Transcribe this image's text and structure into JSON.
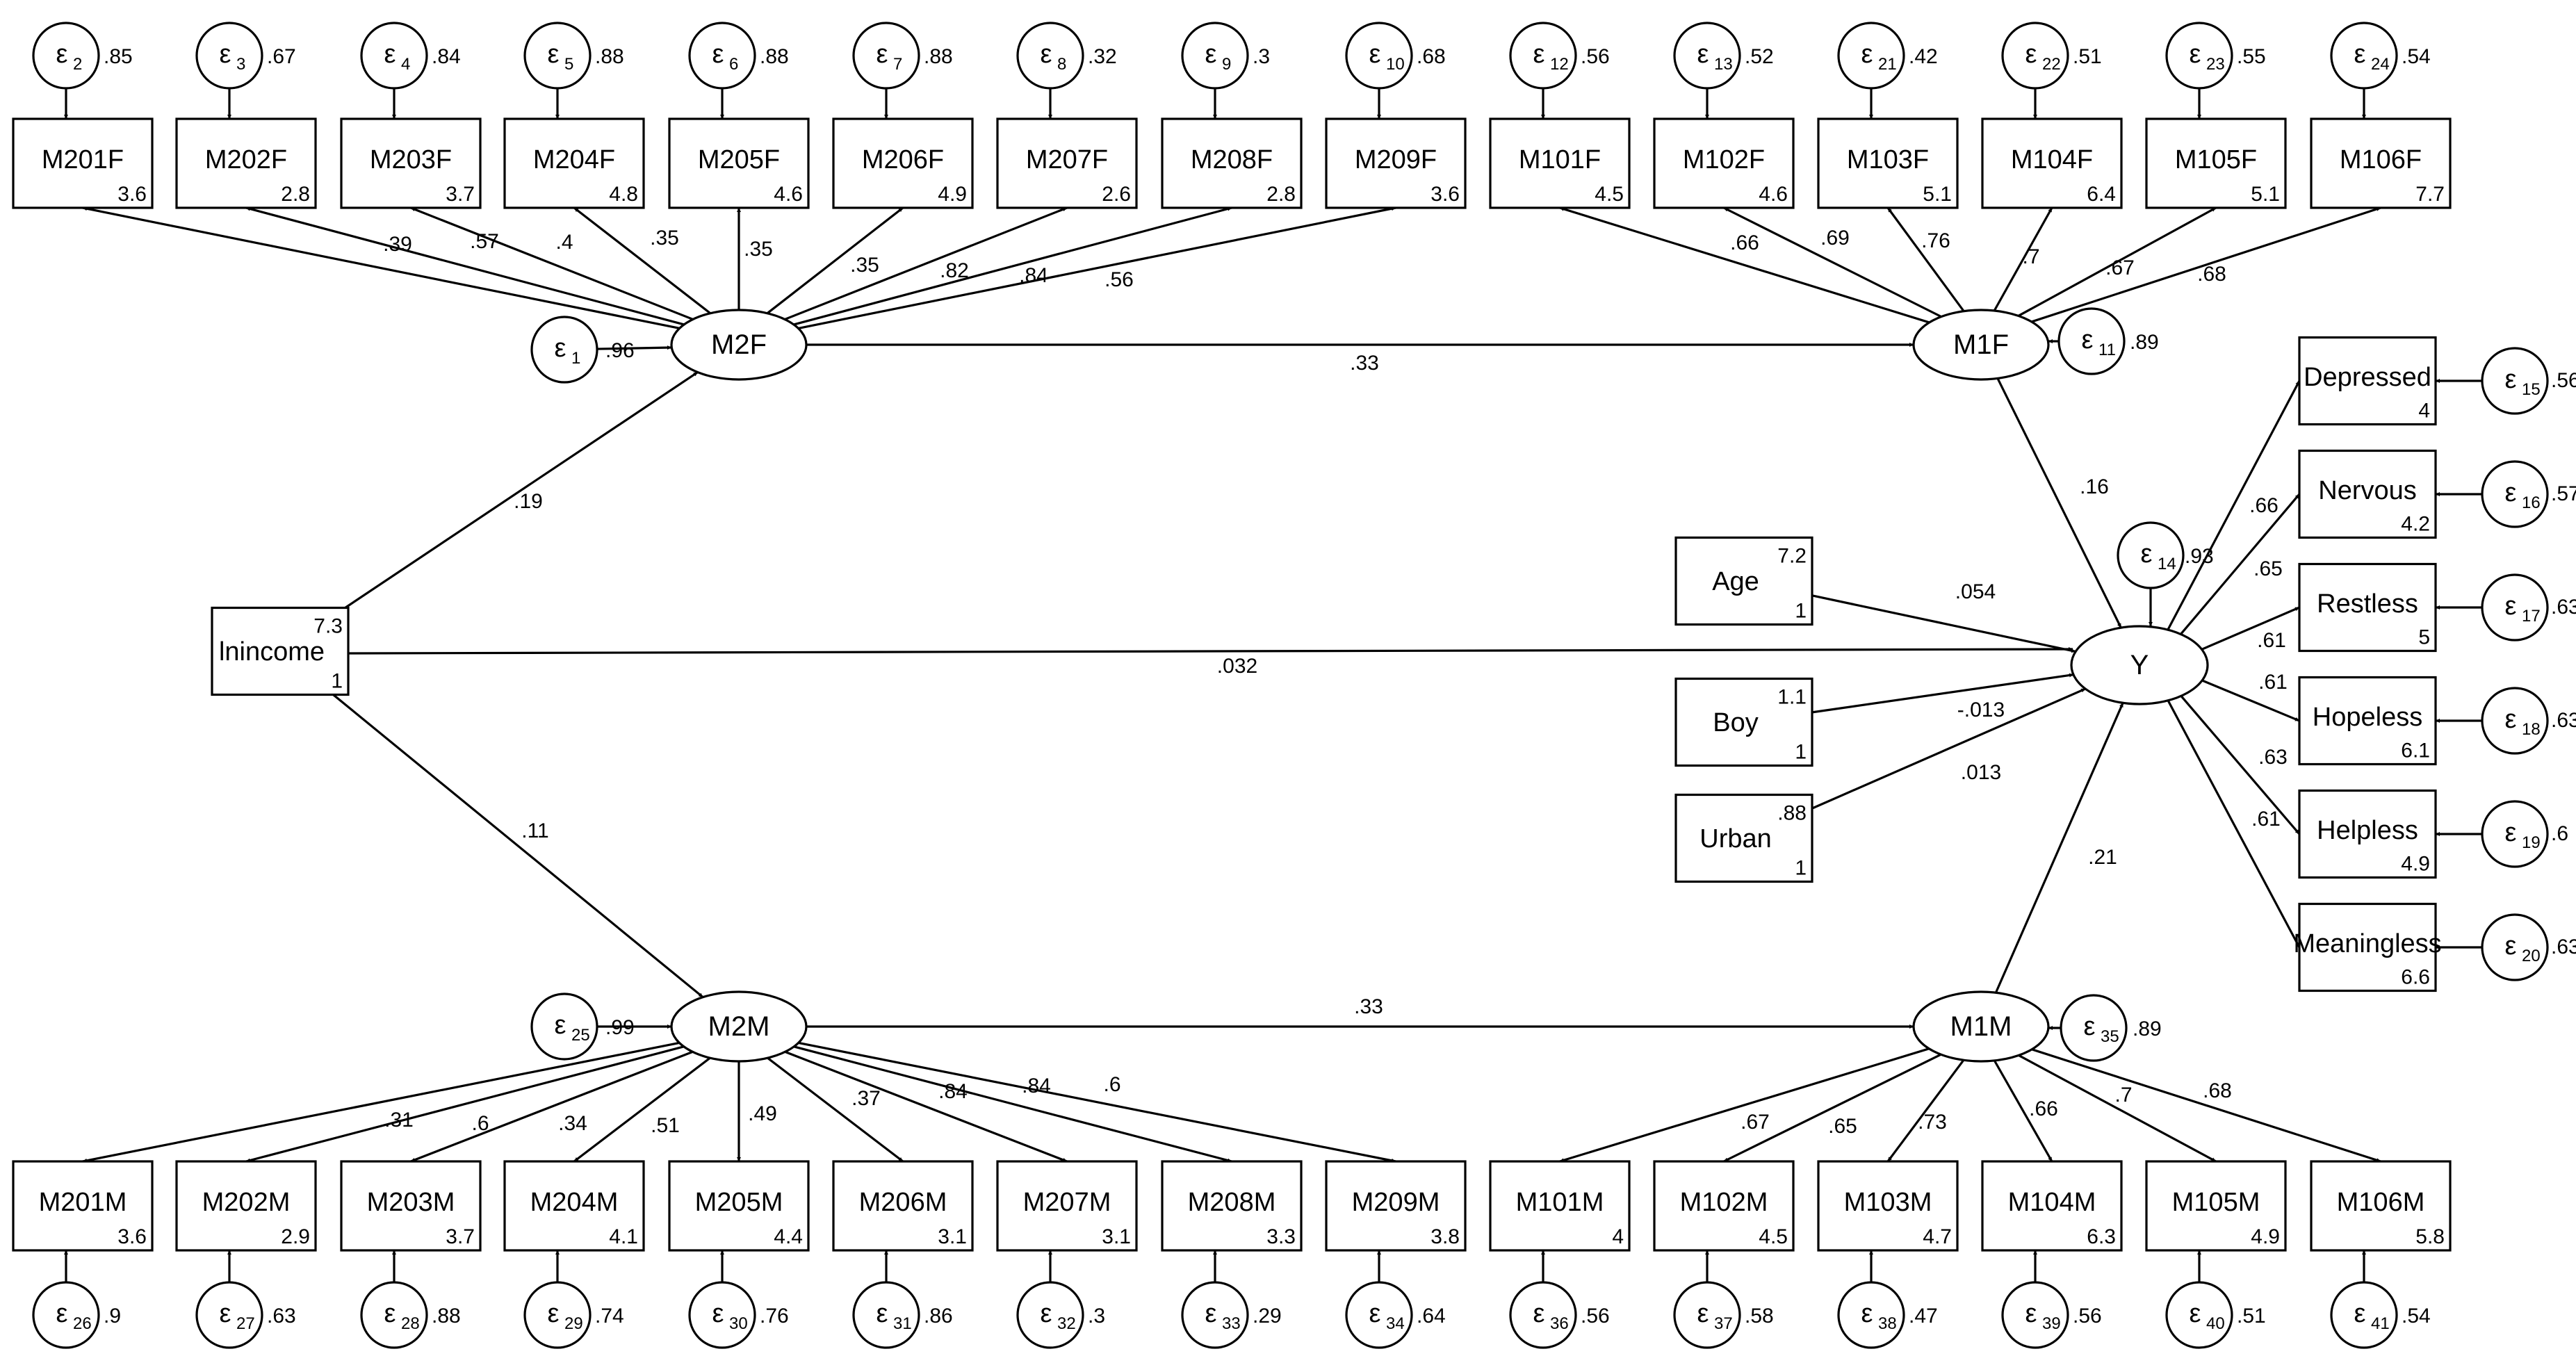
{
  "observed": [
    {
      "id": "M201F",
      "label": "M201F",
      "intercept": "3.6"
    },
    {
      "id": "M202F",
      "label": "M202F",
      "intercept": "2.8"
    },
    {
      "id": "M203F",
      "label": "M203F",
      "intercept": "3.7"
    },
    {
      "id": "M204F",
      "label": "M204F",
      "intercept": "4.8"
    },
    {
      "id": "M205F",
      "label": "M205F",
      "intercept": "4.6"
    },
    {
      "id": "M206F",
      "label": "M206F",
      "intercept": "4.9"
    },
    {
      "id": "M207F",
      "label": "M207F",
      "intercept": "2.6"
    },
    {
      "id": "M208F",
      "label": "M208F",
      "intercept": "2.8"
    },
    {
      "id": "M209F",
      "label": "M209F",
      "intercept": "3.6"
    },
    {
      "id": "M101F",
      "label": "M101F",
      "intercept": "4.5"
    },
    {
      "id": "M102F",
      "label": "M102F",
      "intercept": "4.6"
    },
    {
      "id": "M103F",
      "label": "M103F",
      "intercept": "5.1"
    },
    {
      "id": "M104F",
      "label": "M104F",
      "intercept": "6.4"
    },
    {
      "id": "M105F",
      "label": "M105F",
      "intercept": "5.1"
    },
    {
      "id": "M106F",
      "label": "M106F",
      "intercept": "7.7"
    },
    {
      "id": "M201M",
      "label": "M201M",
      "intercept": "3.6"
    },
    {
      "id": "M202M",
      "label": "M202M",
      "intercept": "2.9"
    },
    {
      "id": "M203M",
      "label": "M203M",
      "intercept": "3.7"
    },
    {
      "id": "M204M",
      "label": "M204M",
      "intercept": "4.1"
    },
    {
      "id": "M205M",
      "label": "M205M",
      "intercept": "4.4"
    },
    {
      "id": "M206M",
      "label": "M206M",
      "intercept": "3.1"
    },
    {
      "id": "M207M",
      "label": "M207M",
      "intercept": "3.1"
    },
    {
      "id": "M208M",
      "label": "M208M",
      "intercept": "3.3"
    },
    {
      "id": "M209M",
      "label": "M209M",
      "intercept": "3.8"
    },
    {
      "id": "M101M",
      "label": "M101M",
      "intercept": "4"
    },
    {
      "id": "M102M",
      "label": "M102M",
      "intercept": "4.5"
    },
    {
      "id": "M103M",
      "label": "M103M",
      "intercept": "4.7"
    },
    {
      "id": "M104M",
      "label": "M104M",
      "intercept": "6.3"
    },
    {
      "id": "M105M",
      "label": "M105M",
      "intercept": "4.9"
    },
    {
      "id": "M106M",
      "label": "M106M",
      "intercept": "5.8"
    },
    {
      "id": "Depressed",
      "label": "Depressed",
      "intercept": "4"
    },
    {
      "id": "Nervous",
      "label": "Nervous",
      "intercept": "4.2"
    },
    {
      "id": "Restless",
      "label": "Restless",
      "intercept": "5"
    },
    {
      "id": "Hopeless",
      "label": "Hopeless",
      "intercept": "6.1"
    },
    {
      "id": "Helpless",
      "label": "Helpless",
      "intercept": "4.9"
    },
    {
      "id": "Meaningless",
      "label": "Meaningless",
      "intercept": "6.6"
    },
    {
      "id": "lnincome",
      "label": "lnincome",
      "mean": "7.3",
      "variance": "1"
    },
    {
      "id": "Age",
      "label": "Age",
      "mean": "7.2",
      "variance": "1"
    },
    {
      "id": "Boy",
      "label": "Boy",
      "mean": "1.1",
      "variance": "1"
    },
    {
      "id": "Urban",
      "label": "Urban",
      "mean": ".88",
      "variance": "1"
    }
  ],
  "latents": [
    {
      "id": "M2F",
      "label": "M2F"
    },
    {
      "id": "M1F",
      "label": "M1F"
    },
    {
      "id": "M2M",
      "label": "M2M"
    },
    {
      "id": "M1M",
      "label": "M1M"
    },
    {
      "id": "Y",
      "label": "Y"
    }
  ],
  "errors": [
    {
      "id": "e2",
      "sub": "2",
      "target": "M201F",
      "value": ".85"
    },
    {
      "id": "e3",
      "sub": "3",
      "target": "M202F",
      "value": ".67"
    },
    {
      "id": "e4",
      "sub": "4",
      "target": "M203F",
      "value": ".84"
    },
    {
      "id": "e5",
      "sub": "5",
      "target": "M204F",
      "value": ".88"
    },
    {
      "id": "e6",
      "sub": "6",
      "target": "M205F",
      "value": ".88"
    },
    {
      "id": "e7",
      "sub": "7",
      "target": "M206F",
      "value": ".88"
    },
    {
      "id": "e8",
      "sub": "8",
      "target": "M207F",
      "value": ".32"
    },
    {
      "id": "e9",
      "sub": "9",
      "target": "M208F",
      "value": ".3"
    },
    {
      "id": "e10",
      "sub": "10",
      "target": "M209F",
      "value": ".68"
    },
    {
      "id": "e12",
      "sub": "12",
      "target": "M101F",
      "value": ".56"
    },
    {
      "id": "e13",
      "sub": "13",
      "target": "M102F",
      "value": ".52"
    },
    {
      "id": "e21",
      "sub": "21",
      "target": "M103F",
      "value": ".42"
    },
    {
      "id": "e22",
      "sub": "22",
      "target": "M104F",
      "value": ".51"
    },
    {
      "id": "e23",
      "sub": "23",
      "target": "M105F",
      "value": ".55"
    },
    {
      "id": "e24",
      "sub": "24",
      "target": "M106F",
      "value": ".54"
    },
    {
      "id": "e26",
      "sub": "26",
      "target": "M201M",
      "value": ".9"
    },
    {
      "id": "e27",
      "sub": "27",
      "target": "M202M",
      "value": ".63"
    },
    {
      "id": "e28",
      "sub": "28",
      "target": "M203M",
      "value": ".88"
    },
    {
      "id": "e29",
      "sub": "29",
      "target": "M204M",
      "value": ".74"
    },
    {
      "id": "e30",
      "sub": "30",
      "target": "M205M",
      "value": ".76"
    },
    {
      "id": "e31",
      "sub": "31",
      "target": "M206M",
      "value": ".86"
    },
    {
      "id": "e32",
      "sub": "32",
      "target": "M207M",
      "value": ".3"
    },
    {
      "id": "e33",
      "sub": "33",
      "target": "M208M",
      "value": ".29"
    },
    {
      "id": "e34",
      "sub": "34",
      "target": "M209M",
      "value": ".64"
    },
    {
      "id": "e36",
      "sub": "36",
      "target": "M101M",
      "value": ".56"
    },
    {
      "id": "e37",
      "sub": "37",
      "target": "M102M",
      "value": ".58"
    },
    {
      "id": "e38",
      "sub": "38",
      "target": "M103M",
      "value": ".47"
    },
    {
      "id": "e39",
      "sub": "39",
      "target": "M104M",
      "value": ".56"
    },
    {
      "id": "e40",
      "sub": "40",
      "target": "M105M",
      "value": ".51"
    },
    {
      "id": "e41",
      "sub": "41",
      "target": "M106M",
      "value": ".54"
    },
    {
      "id": "e15",
      "sub": "15",
      "target": "Depressed",
      "value": ".56"
    },
    {
      "id": "e16",
      "sub": "16",
      "target": "Nervous",
      "value": ".57"
    },
    {
      "id": "e17",
      "sub": "17",
      "target": "Restless",
      "value": ".63"
    },
    {
      "id": "e18",
      "sub": "18",
      "target": "Hopeless",
      "value": ".63"
    },
    {
      "id": "e19",
      "sub": "19",
      "target": "Helpless",
      "value": ".6"
    },
    {
      "id": "e20",
      "sub": "20",
      "target": "Meaningless",
      "value": ".63"
    },
    {
      "id": "e1",
      "sub": "1",
      "target": "M2F",
      "value": ".96"
    },
    {
      "id": "e11",
      "sub": "11",
      "target": "M1F",
      "value": ".89"
    },
    {
      "id": "e25",
      "sub": "25",
      "target": "M2M",
      "value": ".99"
    },
    {
      "id": "e35",
      "sub": "35",
      "target": "M1M",
      "value": ".89"
    },
    {
      "id": "e14",
      "sub": "14",
      "target": "Y",
      "value": ".93"
    }
  ],
  "paths": [
    {
      "from": "M2F",
      "to": "M201F",
      "coef": ".39"
    },
    {
      "from": "M2F",
      "to": "M202F",
      "coef": ".57"
    },
    {
      "from": "M2F",
      "to": "M203F",
      "coef": ".4"
    },
    {
      "from": "M2F",
      "to": "M204F",
      "coef": ".35"
    },
    {
      "from": "M2F",
      "to": "M205F",
      "coef": ".35"
    },
    {
      "from": "M2F",
      "to": "M206F",
      "coef": ".35"
    },
    {
      "from": "M2F",
      "to": "M207F",
      "coef": ".82"
    },
    {
      "from": "M2F",
      "to": "M208F",
      "coef": ".84"
    },
    {
      "from": "M2F",
      "to": "M209F",
      "coef": ".56"
    },
    {
      "from": "M1F",
      "to": "M101F",
      "coef": ".66"
    },
    {
      "from": "M1F",
      "to": "M102F",
      "coef": ".69"
    },
    {
      "from": "M1F",
      "to": "M103F",
      "coef": ".76"
    },
    {
      "from": "M1F",
      "to": "M104F",
      "coef": ".7"
    },
    {
      "from": "M1F",
      "to": "M105F",
      "coef": ".67"
    },
    {
      "from": "M1F",
      "to": "M106F",
      "coef": ".68"
    },
    {
      "from": "M2M",
      "to": "M201M",
      "coef": ".31"
    },
    {
      "from": "M2M",
      "to": "M202M",
      "coef": ".6"
    },
    {
      "from": "M2M",
      "to": "M203M",
      "coef": ".34"
    },
    {
      "from": "M2M",
      "to": "M204M",
      "coef": ".51"
    },
    {
      "from": "M2M",
      "to": "M205M",
      "coef": ".49"
    },
    {
      "from": "M2M",
      "to": "M206M",
      "coef": ".37"
    },
    {
      "from": "M2M",
      "to": "M207M",
      "coef": ".84"
    },
    {
      "from": "M2M",
      "to": "M208M",
      "coef": ".84"
    },
    {
      "from": "M2M",
      "to": "M209M",
      "coef": ".6"
    },
    {
      "from": "M1M",
      "to": "M101M",
      "coef": ".67"
    },
    {
      "from": "M1M",
      "to": "M102M",
      "coef": ".65"
    },
    {
      "from": "M1M",
      "to": "M103M",
      "coef": ".73"
    },
    {
      "from": "M1M",
      "to": "M104M",
      "coef": ".66"
    },
    {
      "from": "M1M",
      "to": "M105M",
      "coef": ".7"
    },
    {
      "from": "M1M",
      "to": "M106M",
      "coef": ".68"
    },
    {
      "from": "Y",
      "to": "Depressed",
      "coef": ".66"
    },
    {
      "from": "Y",
      "to": "Nervous",
      "coef": ".65"
    },
    {
      "from": "Y",
      "to": "Restless",
      "coef": ".61"
    },
    {
      "from": "Y",
      "to": "Hopeless",
      "coef": ".61"
    },
    {
      "from": "Y",
      "to": "Helpless",
      "coef": ".63"
    },
    {
      "from": "Y",
      "to": "Meaningless",
      "coef": ".61"
    },
    {
      "from": "lnincome",
      "to": "M2F",
      "coef": ".19"
    },
    {
      "from": "lnincome",
      "to": "M2M",
      "coef": ".11"
    },
    {
      "from": "lnincome",
      "to": "Y",
      "coef": ".032"
    },
    {
      "from": "M2F",
      "to": "M1F",
      "coef": ".33"
    },
    {
      "from": "M2M",
      "to": "M1M",
      "coef": ".33"
    },
    {
      "from": "M1F",
      "to": "Y",
      "coef": ".16"
    },
    {
      "from": "M1M",
      "to": "Y",
      "coef": ".21"
    },
    {
      "from": "Age",
      "to": "Y",
      "coef": ".054"
    },
    {
      "from": "Boy",
      "to": "Y",
      "coef": "-.013"
    },
    {
      "from": "Urban",
      "to": "Y",
      "coef": ".013"
    }
  ]
}
